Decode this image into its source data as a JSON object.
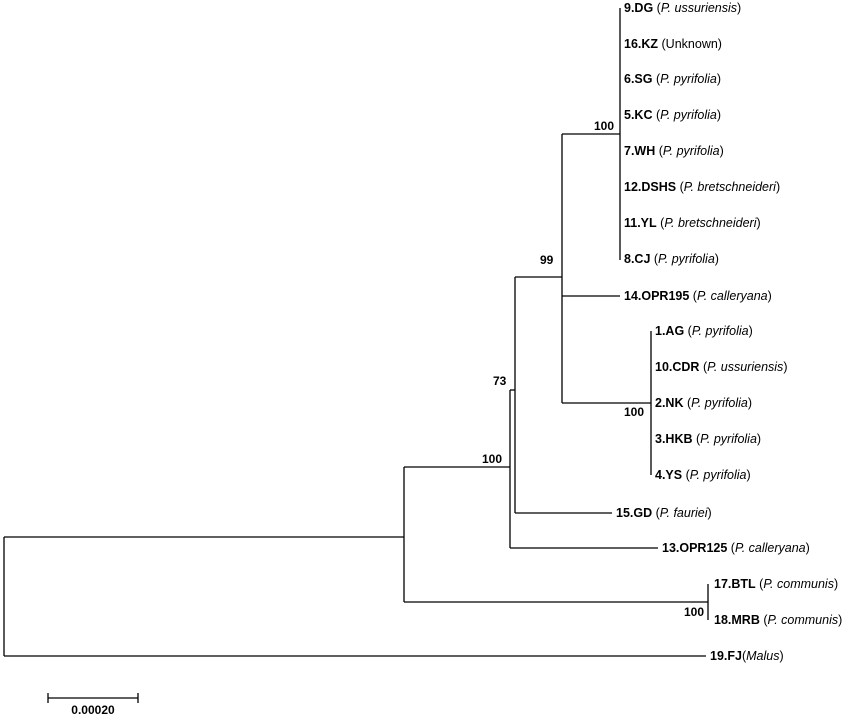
{
  "tree": {
    "leaves": [
      {
        "id": "9.DG",
        "open": " (",
        "species": "P. ussuriensis",
        "close": ")"
      },
      {
        "id": "16.KZ",
        "open": " (Unknown)",
        "species": "",
        "close": ""
      },
      {
        "id": "6.SG",
        "open": " (",
        "species": "P. pyrifolia",
        "close": ")"
      },
      {
        "id": "5.KC",
        "open": " (",
        "species": "P. pyrifolia",
        "close": ")"
      },
      {
        "id": "7.WH",
        "open": " (",
        "species": "P. pyrifolia",
        "close": ")"
      },
      {
        "id": "12.DSHS",
        "open": " (",
        "species": "P. bretschneideri",
        "close": ")"
      },
      {
        "id": "11.YL",
        "open": " (",
        "species": "P. bretschneideri",
        "close": ")"
      },
      {
        "id": "8.CJ",
        "open": " (",
        "species": "P. pyrifolia",
        "close": ")"
      },
      {
        "id": "14.OPR195",
        "open": " (",
        "species": "P. calleryana",
        "close": ")"
      },
      {
        "id": "1.AG",
        "open": " (",
        "species": "P. pyrifolia",
        "close": ")"
      },
      {
        "id": "10.CDR",
        "open": " (",
        "species": "P. ussuriensis",
        "close": ")"
      },
      {
        "id": "2.NK",
        "open": " (",
        "species": "P. pyrifolia",
        "close": ")"
      },
      {
        "id": "3.HKB",
        "open": " (",
        "species": "P. pyrifolia",
        "close": ")"
      },
      {
        "id": "4.YS",
        "open": " (",
        "species": "P. pyrifolia",
        "close": ")"
      },
      {
        "id": "15.GD",
        "open": " (",
        "species": "P. fauriei",
        "close": ")"
      },
      {
        "id": "13.OPR125",
        "open": " (",
        "species": "P. calleryana",
        "close": ")"
      },
      {
        "id": "17.BTL",
        "open": " (",
        "species": "P. communis",
        "close": ")"
      },
      {
        "id": "18.MRB",
        "open": " (",
        "species": "P. communis",
        "close": ")"
      },
      {
        "id": "19.FJ",
        "open": "(",
        "species": "Malus",
        "close": ")"
      }
    ],
    "bootstrap": [
      "100",
      "99",
      "73",
      "100",
      "100",
      "100"
    ],
    "scale_bar": "0.00020",
    "accent_colors": {
      "line": "#000000",
      "highlight": "#cc0000"
    }
  }
}
